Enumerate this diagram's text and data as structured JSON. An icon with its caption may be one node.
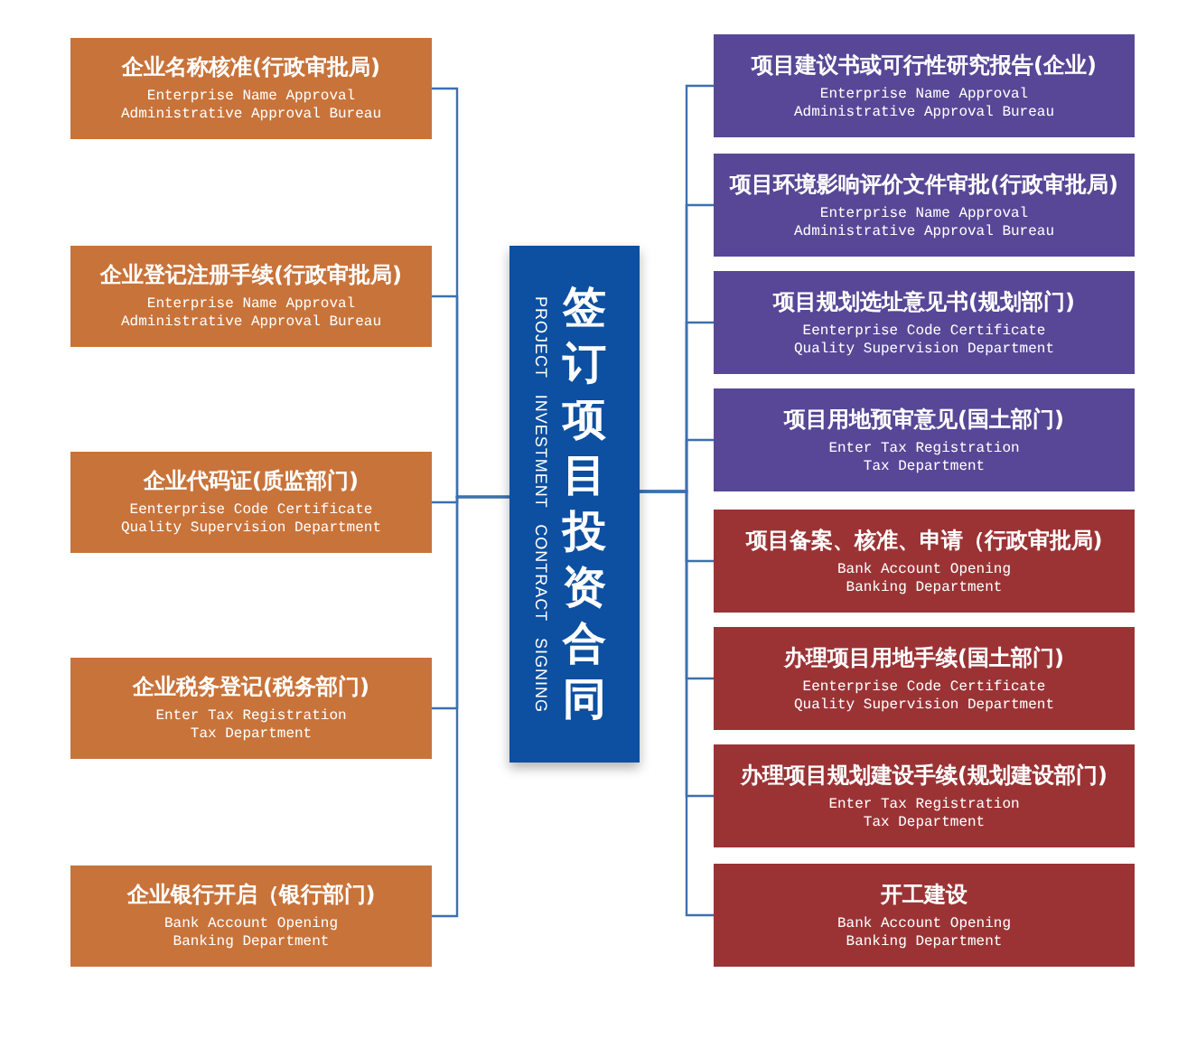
{
  "diagram": {
    "nodes": [
      {
        "text": [
          "企业名称核准(行政审批局)",
          "Enterprise Name Approval Administrative Approval Bureau"
        ]
      },
      {
        "text": [
          "企业登记注册手续(行政审批局)",
          "Enterprise Name Approval Administrative Approval Bureau"
        ]
      },
      {
        "text": [
          "企业代码证(质监部门)",
          "Eenterprise Code Certificate Quality Supervision Department"
        ]
      },
      {
        "text": [
          "企业税务登记(税务部门)",
          "Enter Tax Registration Tax Department"
        ]
      },
      {
        "text": [
          "企业银行开启（银行部门)",
          "Bank Account Opening Banking Department"
        ]
      },
      {
        "text": [
          "签订项目投资合同",
          "PROJECT INVESTMENT CONTRACT SIGNING"
        ]
      },
      {
        "text": [
          "项目建议书或可行性研究报告(企业)",
          "Enterprise Name Approval Administrative Approval Bureau"
        ]
      },
      {
        "text": [
          "项目环境影响评价文件审批(行政审批局)",
          "Enterprise Name Approval Administrative Approval Bureau"
        ]
      },
      {
        "text": [
          "项目规划选址意见书(规划部门)",
          "Eenterprise Code Certificate Quality Supervision Department"
        ]
      },
      {
        "text": [
          "项目用地预审意见(国土部门)",
          "Enter Tax Registration Tax Department"
        ]
      },
      {
        "text": [
          "项目备案、核准、申请（行政审批局)",
          "Bank Account Opening Banking Department"
        ]
      },
      {
        "text": [
          "办理项目用地手续(国土部门)",
          "Eenterprise Code Certificate Quality Supervision Department"
        ]
      },
      {
        "text": [
          "办理项目规划建设手续(规划建设部门)",
          "Enter Tax Registration Tax Department"
        ]
      },
      {
        "text": [
          "开工建设",
          "Bank Account Opening Banking Department"
        ]
      }
    ],
    "edges": [
      {
        "from": 0,
        "to": 5,
        "arrow": "none"
      },
      {
        "from": 1,
        "to": 5,
        "arrow": "none"
      },
      {
        "from": 2,
        "to": 5,
        "arrow": "none"
      },
      {
        "from": 3,
        "to": 5,
        "arrow": "none"
      },
      {
        "from": 4,
        "to": 5,
        "arrow": "none"
      },
      {
        "from": 5,
        "to": 6,
        "arrow": "none"
      },
      {
        "from": 5,
        "to": 7,
        "arrow": "none"
      },
      {
        "from": 5,
        "to": 8,
        "arrow": "none"
      },
      {
        "from": 5,
        "to": 9,
        "arrow": "none"
      },
      {
        "from": 5,
        "to": 10,
        "arrow": "none"
      },
      {
        "from": 5,
        "to": 11,
        "arrow": "none"
      },
      {
        "from": 5,
        "to": 12,
        "arrow": "none"
      },
      {
        "from": 5,
        "to": 13,
        "arrow": "none"
      }
    ]
  }
}
